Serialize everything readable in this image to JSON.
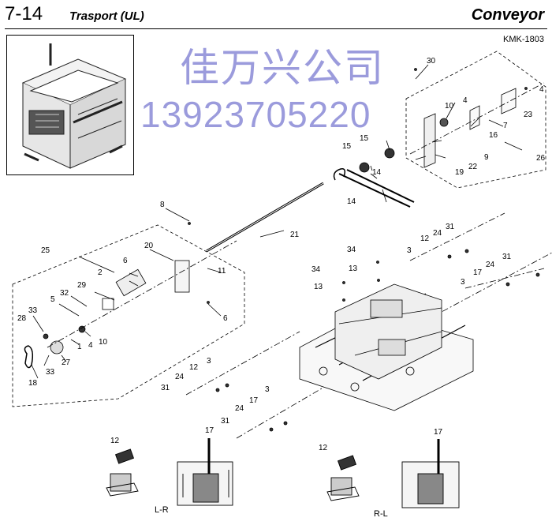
{
  "header": {
    "number": "7-14",
    "title": "Trasport (UL)",
    "section": "Conveyor",
    "code": "KMK-1803"
  },
  "watermark": {
    "line1": "佳万兴公司",
    "line2": "13923705220"
  },
  "parts": [
    {
      "id": "p30",
      "text": "30"
    },
    {
      "id": "p4a",
      "text": "4"
    },
    {
      "id": "p4b",
      "text": "4"
    },
    {
      "id": "p10a",
      "text": "10"
    },
    {
      "id": "p23",
      "text": "23"
    },
    {
      "id": "p7",
      "text": "7"
    },
    {
      "id": "p16",
      "text": "16"
    },
    {
      "id": "p15a",
      "text": "15"
    },
    {
      "id": "p15b",
      "text": "15"
    },
    {
      "id": "p9",
      "text": "9"
    },
    {
      "id": "p22",
      "text": "22"
    },
    {
      "id": "p19",
      "text": "19"
    },
    {
      "id": "p26",
      "text": "26"
    },
    {
      "id": "p14a",
      "text": "14"
    },
    {
      "id": "p14b",
      "text": "14"
    },
    {
      "id": "p8",
      "text": "8"
    },
    {
      "id": "p21",
      "text": "21"
    },
    {
      "id": "p25",
      "text": "25"
    },
    {
      "id": "p20",
      "text": "20"
    },
    {
      "id": "p6a",
      "text": "6"
    },
    {
      "id": "p2",
      "text": "2"
    },
    {
      "id": "p11",
      "text": "11"
    },
    {
      "id": "p29",
      "text": "29"
    },
    {
      "id": "p32",
      "text": "32"
    },
    {
      "id": "p5",
      "text": "5"
    },
    {
      "id": "p6b",
      "text": "6"
    },
    {
      "id": "p33a",
      "text": "33"
    },
    {
      "id": "p28",
      "text": "28"
    },
    {
      "id": "p4c",
      "text": "4"
    },
    {
      "id": "p10b",
      "text": "10"
    },
    {
      "id": "p1",
      "text": "1"
    },
    {
      "id": "p27",
      "text": "27"
    },
    {
      "id": "p33b",
      "text": "33"
    },
    {
      "id": "p18",
      "text": "18"
    },
    {
      "id": "p31a",
      "text": "31"
    },
    {
      "id": "p24a",
      "text": "24"
    },
    {
      "id": "p12a",
      "text": "12"
    },
    {
      "id": "p3a",
      "text": "3"
    },
    {
      "id": "p34a",
      "text": "34"
    },
    {
      "id": "p13a",
      "text": "13"
    },
    {
      "id": "p34b",
      "text": "34"
    },
    {
      "id": "p13b",
      "text": "13"
    },
    {
      "id": "p31b",
      "text": "31"
    },
    {
      "id": "p24b",
      "text": "24"
    },
    {
      "id": "p17a",
      "text": "17"
    },
    {
      "id": "p3b",
      "text": "3"
    },
    {
      "id": "p12b",
      "text": "12"
    },
    {
      "id": "p3c",
      "text": "3"
    },
    {
      "id": "p24c",
      "text": "24"
    },
    {
      "id": "p31c",
      "text": "31"
    },
    {
      "id": "p3d",
      "text": "3"
    },
    {
      "id": "p17b",
      "text": "17"
    },
    {
      "id": "p24d",
      "text": "24"
    },
    {
      "id": "p31d",
      "text": "31"
    },
    {
      "id": "p12c",
      "text": "12"
    },
    {
      "id": "p17c",
      "text": "17"
    },
    {
      "id": "p12d",
      "text": "12"
    },
    {
      "id": "p17d",
      "text": "17"
    }
  ],
  "views": {
    "left": "L-R",
    "right": "R-L"
  }
}
